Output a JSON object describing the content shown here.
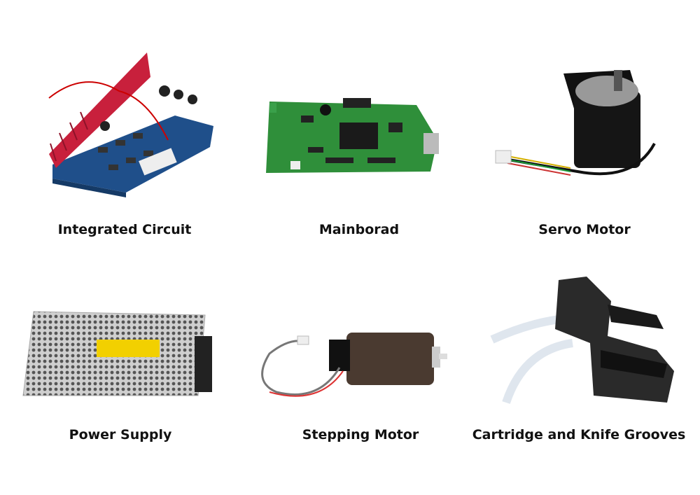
{
  "products": [
    {
      "label": "Integrated Circuit",
      "icon": "circuit-board-heatsink"
    },
    {
      "label": "Mainborad",
      "icon": "green-mainboard"
    },
    {
      "label": "Servo Motor",
      "icon": "servo-motor"
    },
    {
      "label": "Power Supply",
      "icon": "power-supply"
    },
    {
      "label": "Stepping Motor",
      "icon": "stepping-motor"
    },
    {
      "label": "Cartridge and Knife Grooves",
      "icon": "cartridge-knife-groove"
    }
  ]
}
